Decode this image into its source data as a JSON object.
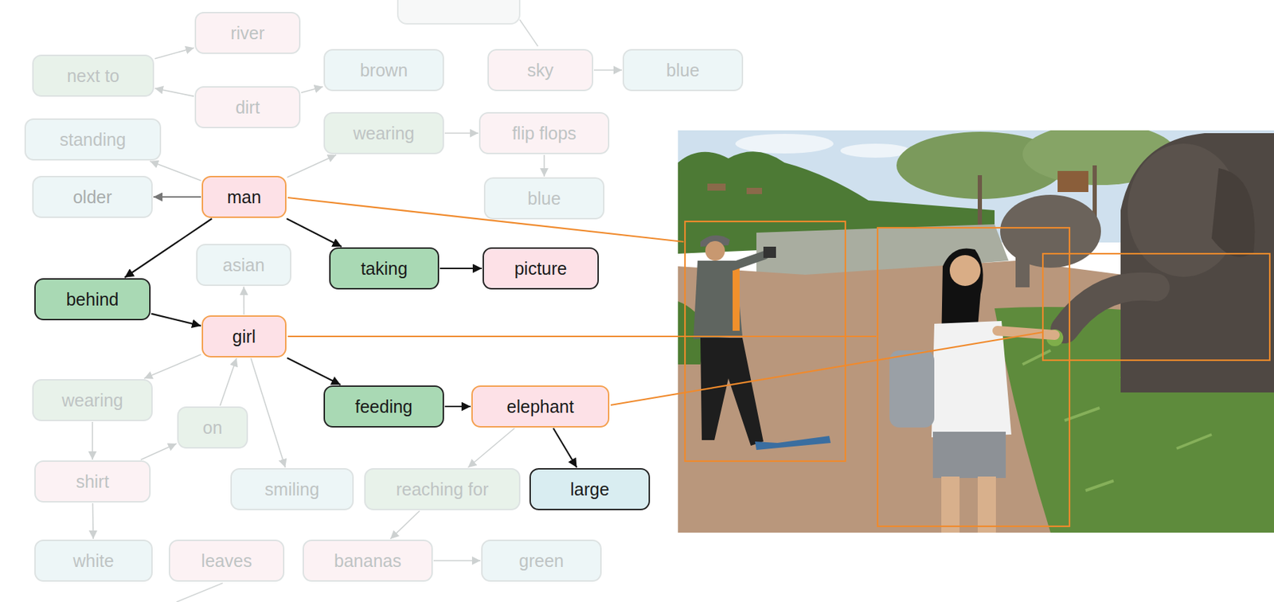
{
  "diagram": {
    "nodes": [
      {
        "text": [
          "river"
        ]
      },
      {
        "text": [
          "next to"
        ]
      },
      {
        "text": [
          "brown"
        ]
      },
      {
        "text": [
          "sky"
        ]
      },
      {
        "text": [
          "blue"
        ]
      },
      {
        "text": [
          "dirt"
        ]
      },
      {
        "text": [
          "standing"
        ]
      },
      {
        "text": [
          "wearing"
        ]
      },
      {
        "text": [
          "flip flops"
        ]
      },
      {
        "text": [
          "older"
        ]
      },
      {
        "text": [
          "man"
        ]
      },
      {
        "text": [
          "blue"
        ]
      },
      {
        "text": [
          "asian"
        ]
      },
      {
        "text": [
          "taking"
        ]
      },
      {
        "text": [
          "picture"
        ]
      },
      {
        "text": [
          "behind"
        ]
      },
      {
        "text": [
          "girl"
        ]
      },
      {
        "text": [
          "wearing"
        ]
      },
      {
        "text": [
          "on"
        ]
      },
      {
        "text": [
          "feeding"
        ]
      },
      {
        "text": [
          "elephant"
        ]
      },
      {
        "text": [
          "shirt"
        ]
      },
      {
        "text": [
          "smiling"
        ]
      },
      {
        "text": [
          "reaching for"
        ]
      },
      {
        "text": [
          "large"
        ]
      },
      {
        "text": [
          "white"
        ]
      },
      {
        "text": [
          "leaves"
        ]
      },
      {
        "text": [
          "bananas"
        ]
      },
      {
        "text": [
          "green"
        ]
      }
    ],
    "edges": [
      {
        "from": 5,
        "to": 1,
        "arrow": "to"
      },
      {
        "from": 1,
        "to": 0,
        "arrow": "to"
      },
      {
        "from": 5,
        "to": 2,
        "arrow": "to"
      },
      {
        "from": 3,
        "to": 4,
        "arrow": "to"
      },
      {
        "from": 10,
        "to": 6,
        "arrow": "to"
      },
      {
        "from": 10,
        "to": 7,
        "arrow": "to"
      },
      {
        "from": 7,
        "to": 8,
        "arrow": "to"
      },
      {
        "from": 8,
        "to": 11,
        "arrow": "to"
      },
      {
        "from": 10,
        "to": 9,
        "arrow": "to"
      },
      {
        "from": 10,
        "to": 13,
        "arrow": "to"
      },
      {
        "from": 13,
        "to": 14,
        "arrow": "to"
      },
      {
        "from": 10,
        "to": 15,
        "arrow": "to"
      },
      {
        "from": 15,
        "to": 16,
        "arrow": "to"
      },
      {
        "from": 16,
        "to": 12,
        "arrow": "to"
      },
      {
        "from": 16,
        "to": 19,
        "arrow": "to"
      },
      {
        "from": 19,
        "to": 20,
        "arrow": "to"
      },
      {
        "from": 16,
        "to": 17,
        "arrow": "to"
      },
      {
        "from": 17,
        "to": 21,
        "arrow": "to"
      },
      {
        "from": 21,
        "to": 18,
        "arrow": "to"
      },
      {
        "from": 18,
        "to": 16,
        "arrow": "to"
      },
      {
        "from": 16,
        "to": 22,
        "arrow": "to"
      },
      {
        "from": 20,
        "to": 23,
        "arrow": "to"
      },
      {
        "from": 23,
        "to": 27,
        "arrow": "to"
      },
      {
        "from": 27,
        "to": 28,
        "arrow": "to"
      },
      {
        "from": 20,
        "to": 24,
        "arrow": "to"
      },
      {
        "from": 21,
        "to": 25,
        "arrow": "to"
      }
    ]
  }
}
